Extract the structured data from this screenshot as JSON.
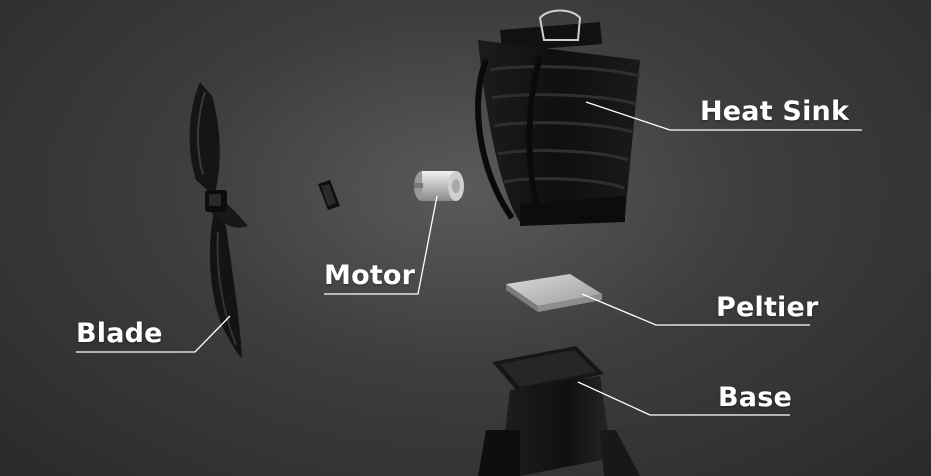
{
  "labels": {
    "heat_sink": "Heat Sink",
    "motor": "Motor",
    "peltier": "Peltier",
    "blade": "Blade",
    "base": "Base"
  },
  "colors": {
    "background": "#3f3f41",
    "label_text": "#ffffff",
    "leader_line": "#ffffff",
    "part_dark": "#141414",
    "peltier_plate": "#c8c8c8",
    "motor_metal": "#d9d9d9"
  }
}
